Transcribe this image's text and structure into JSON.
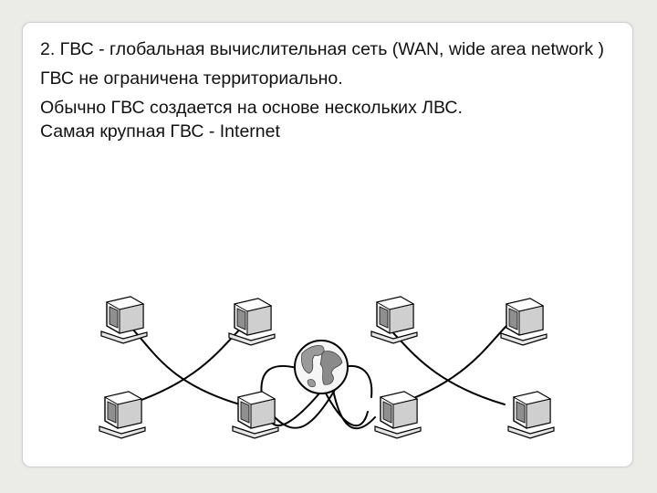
{
  "slide": {
    "heading": "2. ГВС - глобальная вычислительная сеть (WAN, wide area network )",
    "line2": "ГВС не ограничена территориально.",
    "line3": "Обычно ГВС создается на основе нескольких ЛВС.",
    "line4": "Самая крупная ГВС - Internet"
  },
  "diagram": {
    "icons": {
      "computer": "computer-icon",
      "globe": "globe-icon"
    },
    "line_color": "#000000"
  }
}
